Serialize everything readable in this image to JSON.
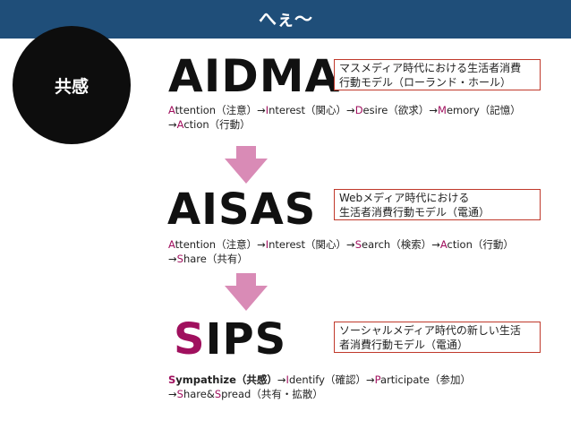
{
  "header": {
    "title": "へぇ〜"
  },
  "circle": {
    "label": "共感"
  },
  "models": [
    {
      "name_rest": "AIDMA",
      "note_line1": "マスメディア時代における生活者消費",
      "note_line2": "行動モデル（ローランド・ホール）",
      "desc_line1": [
        {
          "hl": "A",
          "rest": "ttention（注意）→"
        },
        {
          "hl": "I",
          "rest": "nterest（関心）→"
        },
        {
          "hl": "D",
          "rest": "esire（欲求）→"
        },
        {
          "hl": "M",
          "rest": "emory（記憶）"
        }
      ],
      "desc_line2": [
        {
          "pre": "→",
          "hl": "A",
          "rest": "ction（行動）"
        }
      ]
    },
    {
      "name_rest": "AISAS",
      "note_line1": "Webメディア時代における",
      "note_line2": "生活者消費行動モデル（電通）",
      "desc_line1": [
        {
          "hl": "A",
          "rest": "ttention（注意）→"
        },
        {
          "hl": "I",
          "rest": "nterest（関心）→"
        },
        {
          "hl": "S",
          "rest": "earch（検索）→"
        },
        {
          "hl": "A",
          "rest": "ction（行動）"
        }
      ],
      "desc_line2": [
        {
          "pre": "→",
          "hl": "S",
          "rest": "hare（共有）"
        }
      ]
    },
    {
      "name_first": "S",
      "name_rest": "IPS",
      "note_line1": "ソーシャルメディア時代の新しい生活",
      "note_line2": "者消費行動モデル（電通）",
      "desc_line1": [
        {
          "hl": "S",
          "rest": "ympathize（共感）",
          "bold": true
        },
        {
          "pre": "→",
          "hl": "I",
          "rest": "dentify（確認）→"
        },
        {
          "hl": "P",
          "rest": "articipate（参加）"
        }
      ],
      "desc_line2": [
        {
          "pre": "→",
          "hl": "S",
          "rest": "hare&"
        },
        {
          "hl": "S",
          "rest": "pread（共有・拡散）"
        }
      ]
    }
  ],
  "colors": {
    "header": "#1f4e79",
    "accent": "#a0105e",
    "arrow": "#d98bb6",
    "note_border": "#c0392b"
  }
}
